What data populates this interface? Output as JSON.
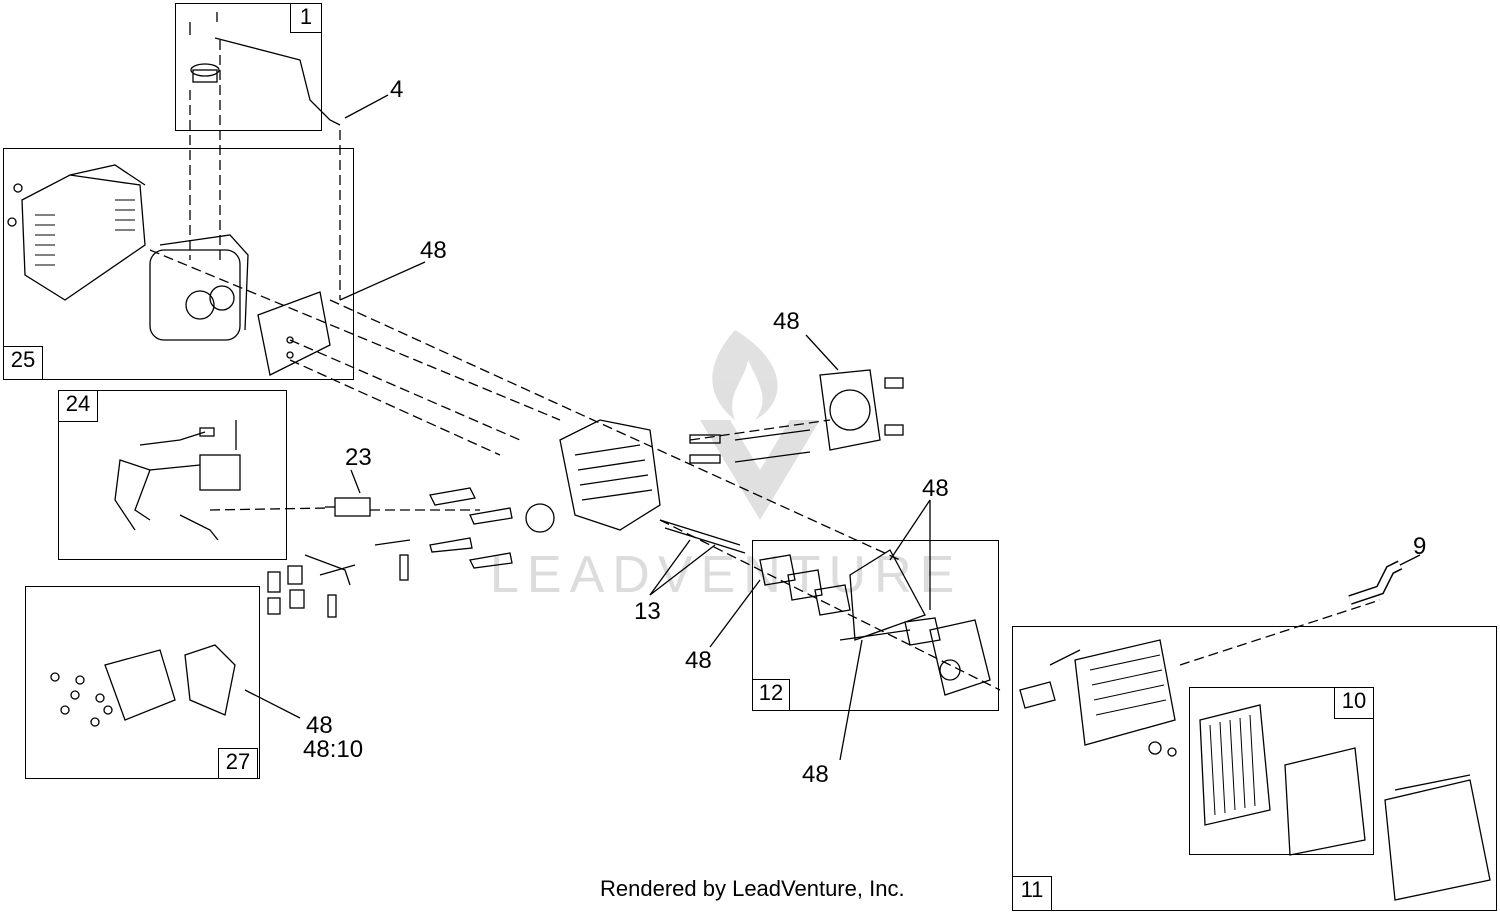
{
  "boxes": {
    "b1": "1",
    "b25": "25",
    "b24": "24",
    "b27": "27",
    "b12": "12",
    "b11": "11",
    "b10": "10"
  },
  "callouts": {
    "c4": "4",
    "c48_muffler": "48",
    "c48_headgasket": "48",
    "c23": "23",
    "c48_carb_top": "48",
    "c9": "9",
    "c13": "13",
    "c48_carb_left": "48",
    "c48_carb_bottom": "48",
    "c48_valve_cover": "48",
    "c48_10": "48:10"
  },
  "watermark": {
    "text": "LEADVENTURE"
  },
  "footer": {
    "credit": "Rendered by LeadVenture, Inc."
  },
  "colors": {
    "line": "#000000",
    "watermark": "#c8c8c8"
  }
}
